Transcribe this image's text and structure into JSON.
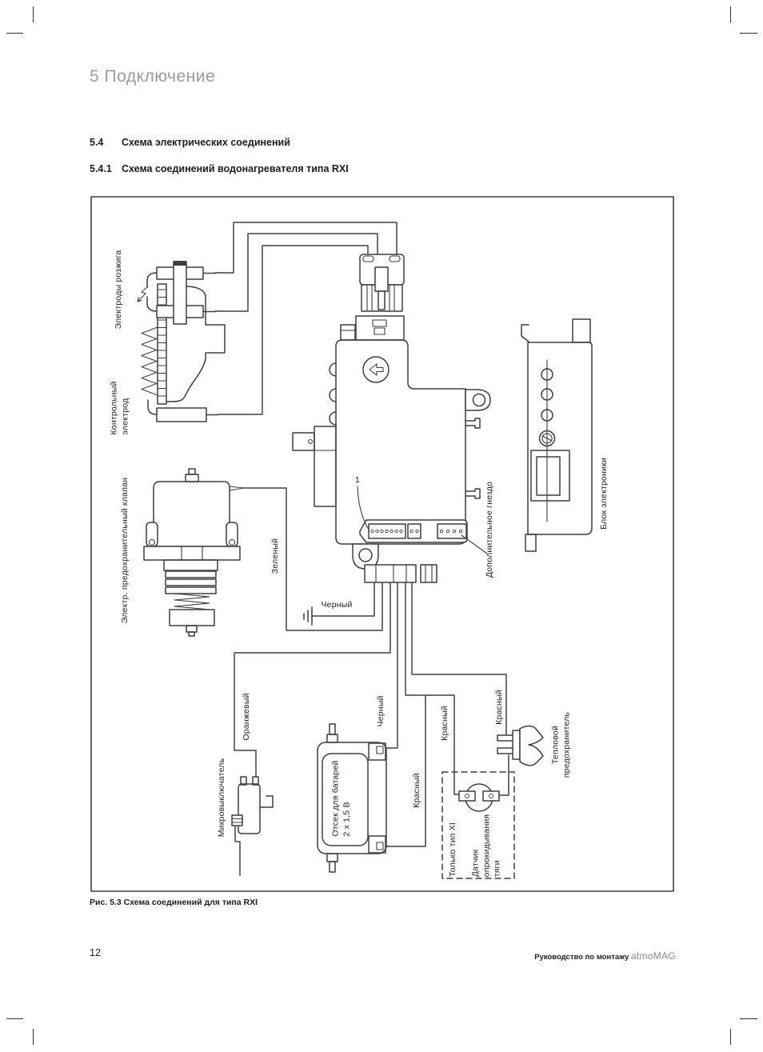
{
  "page": {
    "chapter_heading": "5 Подключение",
    "sections": [
      {
        "number": "5.4",
        "title": "Схема электрических соединений"
      },
      {
        "number": "5.4.1",
        "title": "Схема соединений водонагревателя типа RXI"
      }
    ],
    "figure_caption": "Рис. 5.3 Схема соединений для типа RXI",
    "page_number": "12",
    "footer_text": "Руководство по монтажу ",
    "footer_brand": "atmoMAG"
  },
  "diagram": {
    "callout_1": "1",
    "labels": {
      "ignition_electrodes": "Электроды розжига",
      "control_electrode": [
        "Контрольный",
        "электрод"
      ],
      "safety_valve": "Электр. предохранительный клапан",
      "green": "Зеленый",
      "black_ground": "Черный",
      "additional_socket": "Дополнительное гнездо",
      "electronics_block": "Блок электроники",
      "orange": "Оранжевый",
      "microswitch": "Микровыключатель",
      "battery_compartment": [
        "Отсек для батарей",
        "2 х 1,5 В"
      ],
      "black_battery": "Черный",
      "red_battery": "Красный",
      "red_sensor": "Красный",
      "red_fuse": "Красный",
      "thermal_fuse": [
        "Тепловой",
        "предохранитель"
      ],
      "only_type_xi": "Только тип XI",
      "draft_sensor": [
        "Датчик",
        "опрокидывания",
        "тяги"
      ]
    }
  }
}
